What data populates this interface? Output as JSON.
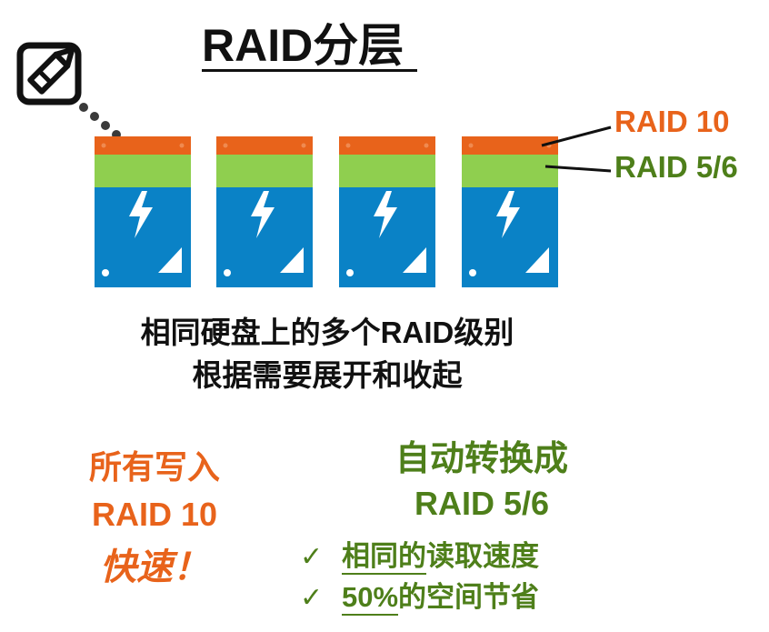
{
  "title": "RAID分层",
  "callouts": {
    "raid10": "RAID 10",
    "raid56": "RAID 5/6"
  },
  "description": {
    "line1": "相同硬盘上的多个RAID级别",
    "line2": "根据需要展开和收起"
  },
  "left_block": {
    "line1": "所有写入",
    "line2": "RAID 10",
    "line3": "快速！"
  },
  "right_block": {
    "line1": "自动转换成",
    "line2": "RAID 5/6",
    "checks": [
      {
        "underlined": "相同的",
        "rest": "读取速度"
      },
      {
        "underlined": "50%",
        "rest": "的空间节省"
      }
    ],
    "check_mark": "✓"
  },
  "colors": {
    "orange": "#e8631b",
    "green_band": "#8fcf4f",
    "green_text": "#4e7f1a",
    "disk_blue": "#0a82c6"
  },
  "icons": [
    "edit-icon",
    "lightning-icon"
  ]
}
